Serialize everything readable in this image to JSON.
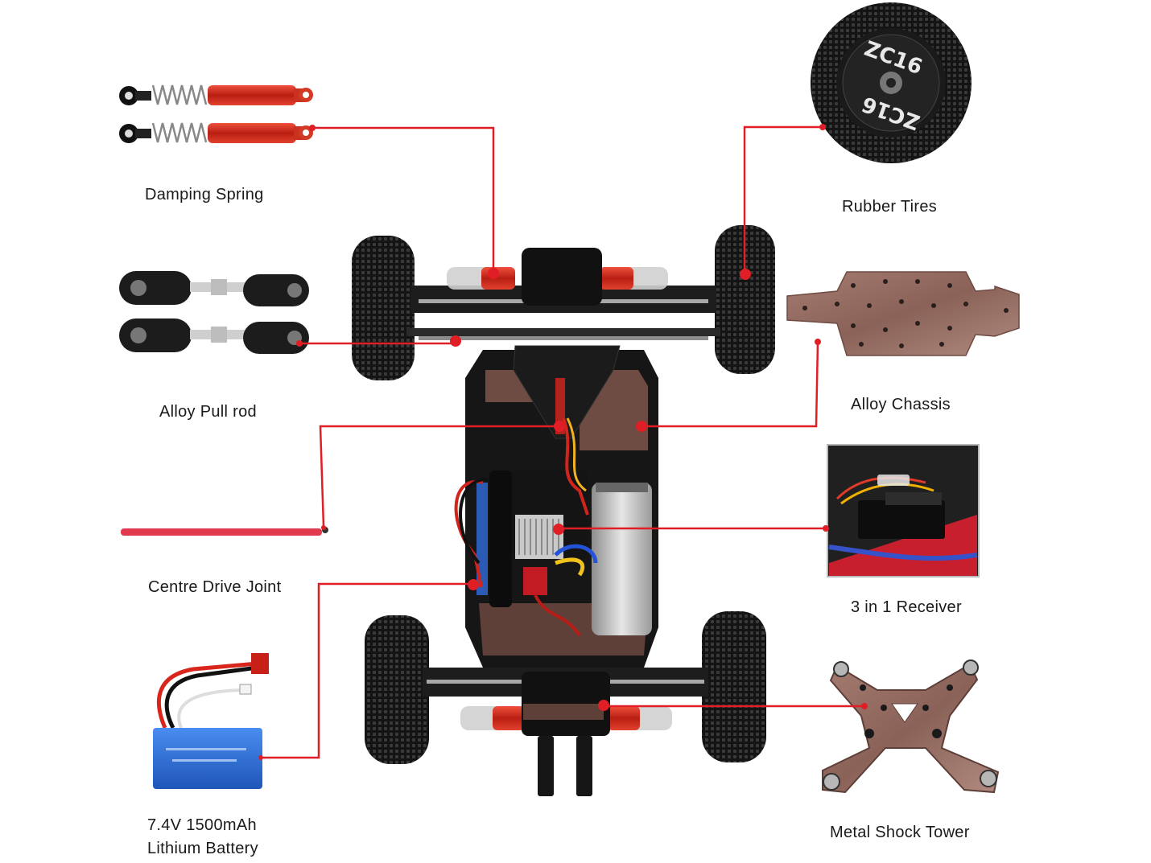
{
  "labels": {
    "damping_spring": "Damping Spring",
    "alloy_pull_rod": "Alloy Pull rod",
    "centre_drive_joint": "Centre Drive Joint",
    "battery_line1": "7.4V 1500mAh",
    "battery_line2": "Lithium Battery",
    "rubber_tires": "Rubber Tires",
    "alloy_chassis": "Alloy Chassis",
    "receiver": "3 in 1 Receiver",
    "shock_tower": "Metal Shock Tower"
  },
  "tire_brand": "ZC16",
  "colors": {
    "callout_line": "#e01e25",
    "shock_red": "#d9301f",
    "chassis_copper": "#7a5248",
    "tire_black": "#1b1b1b",
    "battery_blue": "#2f6fd8"
  }
}
